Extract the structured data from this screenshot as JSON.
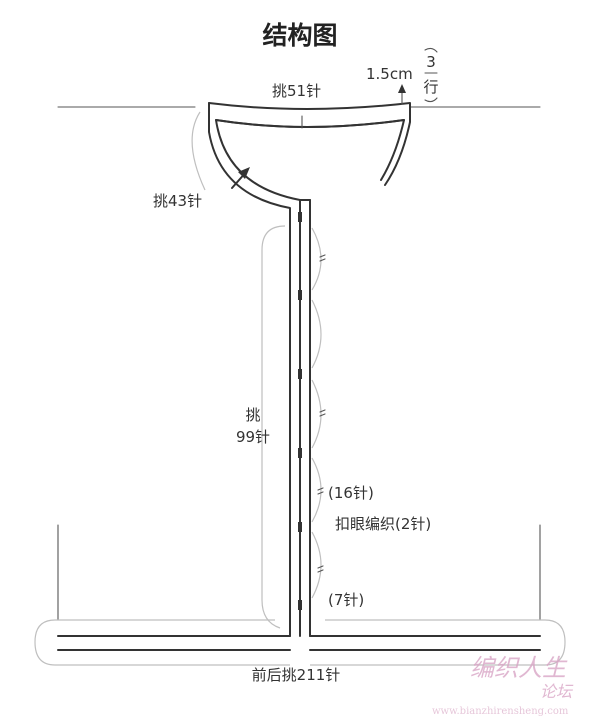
{
  "title": "结构图",
  "labels": {
    "collar_pick": "挑51针",
    "collar_height": "1.5cm",
    "collar_rows_num": "3",
    "collar_rows_unit": "行",
    "neck_pick": "挑43针",
    "front_pick_1": "挑",
    "front_pick_2": "99针",
    "buttonhole_spacing": "(16针)",
    "buttonhole_knit": "扣眼编织(2针)",
    "bottom_gap": "(7针)",
    "hem_pick": "前后挑211针"
  },
  "watermark": {
    "main": "编织人生",
    "sub": "论坛",
    "url": "www.bianzhirensheng.com"
  },
  "colors": {
    "line": "#333333",
    "watermark": "#d9a6c6"
  }
}
